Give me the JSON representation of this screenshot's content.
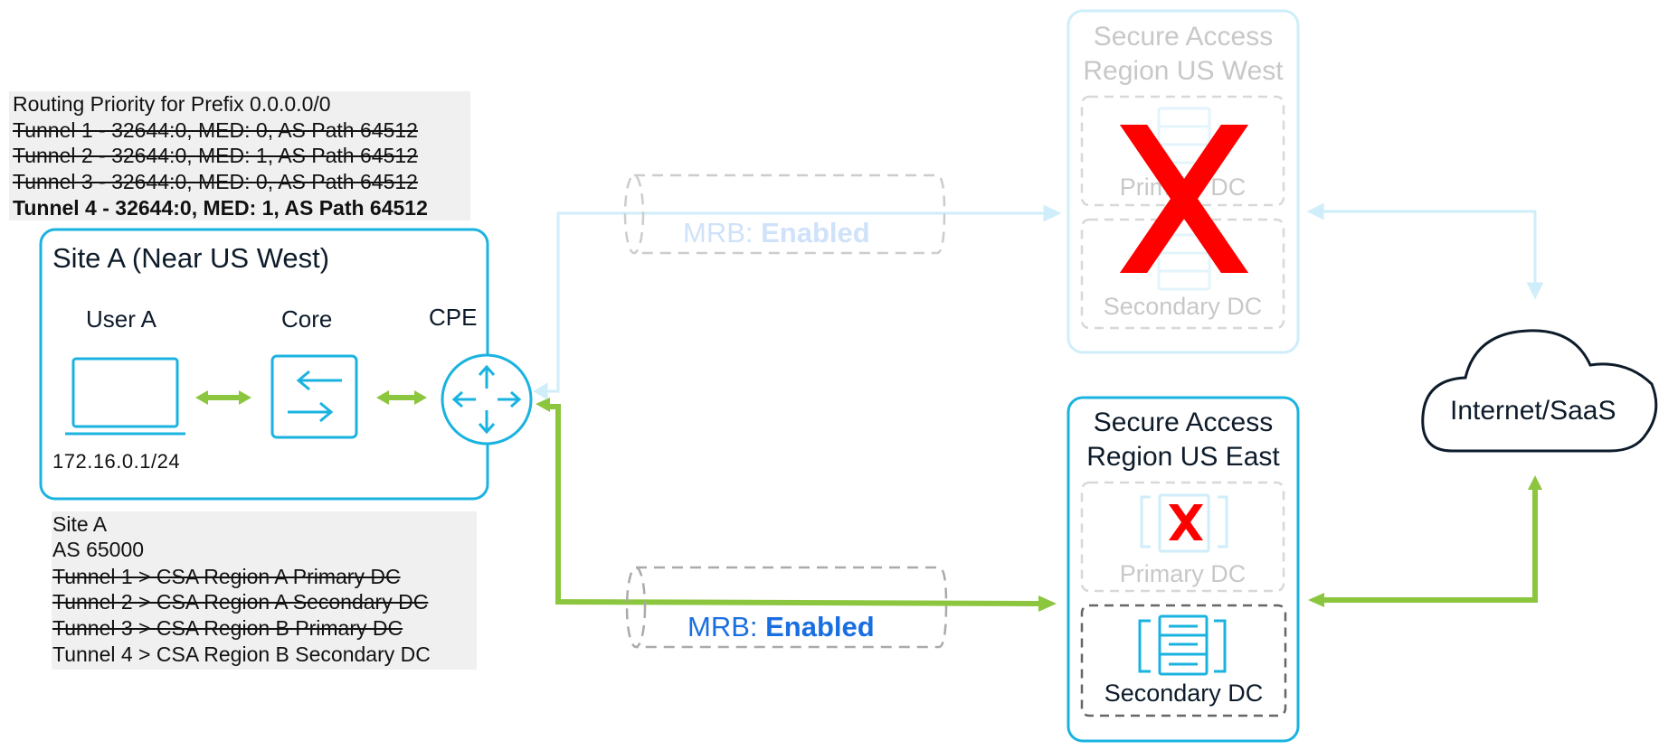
{
  "routing_priority": {
    "title": "Routing Priority for Prefix 0.0.0.0/0",
    "lines": [
      "Tunnel 1 - 32644:0, MED: 0, AS Path 64512",
      "Tunnel 2 - 32644:0, MED: 1, AS Path 64512",
      "Tunnel 3 - 32644:0, MED: 0, AS Path 64512",
      "Tunnel 4 - 32644:0, MED: 1, AS Path 64512"
    ]
  },
  "site": {
    "title": "Site A (Near US West)",
    "user_label": "User A",
    "core_label": "Core",
    "cpe_label": "CPE",
    "ip": "172.16.0.1/24"
  },
  "tunnel_info": {
    "site": "Site A",
    "as": "AS 65000",
    "lines": [
      "Tunnel 1 > CSA Region A Primary DC",
      "Tunnel 2 > CSA Region A Secondary DC",
      "Tunnel 3 > CSA Region B Primary DC",
      "Tunnel 4 > CSA Region B Secondary DC"
    ]
  },
  "mrb_top": {
    "prefix": "MRB: ",
    "value": "Enabled"
  },
  "mrb_bottom": {
    "prefix": "MRB: ",
    "value": "Enabled"
  },
  "region_west": {
    "title_line1": "Secure Access",
    "title_line2": "Region US West",
    "primary": "Primary DC",
    "secondary": "Secondary DC"
  },
  "region_east": {
    "title_line1": "Secure Access",
    "title_line2": "Region US East",
    "primary": "Primary DC",
    "secondary": "Secondary DC"
  },
  "cloud": {
    "label": "Internet/SaaS"
  },
  "colors": {
    "cyan": "#1ab3e0",
    "green": "#8cc63f",
    "blue": "#1a6fe0",
    "faded_cyan": "#cfeef9",
    "red": "#ff0000",
    "dark": "#0d1b2a"
  },
  "icons": [
    "laptop-icon",
    "switch-icon",
    "router-icon",
    "server-icon",
    "cloud-icon",
    "x-mark-icon"
  ]
}
